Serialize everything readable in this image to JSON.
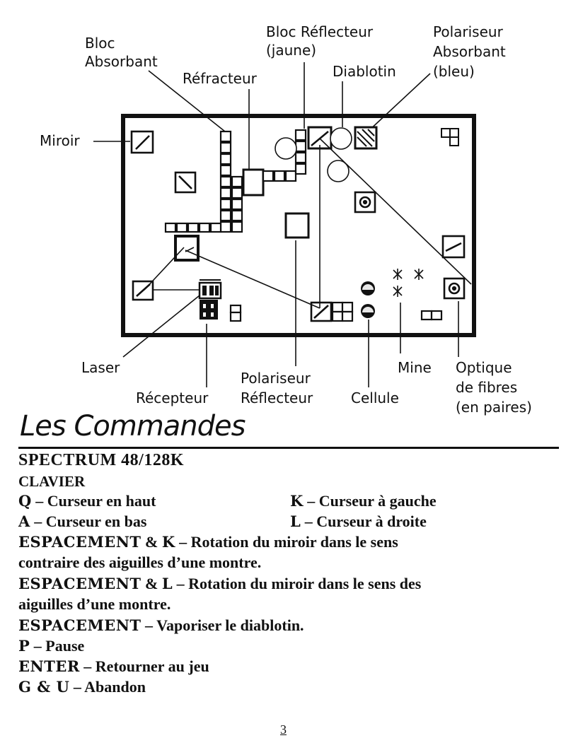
{
  "diagram": {
    "labels": {
      "bloc_absorbant_1": "Bloc",
      "bloc_absorbant_2": "Absorbant",
      "refracteur": "Réfracteur",
      "bloc_reflecteur_1": "Bloc Réflecteur",
      "bloc_reflecteur_2": "(jaune)",
      "diablotin": "Diablotin",
      "polariseur_absorbant_1": "Polariseur",
      "polariseur_absorbant_2": "Absorbant",
      "polariseur_absorbant_3": "(bleu)",
      "miroir": "Miroir",
      "laser": "Laser",
      "recepteur": "Récepteur",
      "polariseur_reflecteur_1": "Polariseur",
      "polariseur_reflecteur_2": "Réflecteur",
      "cellule": "Cellule",
      "mine": "Mine",
      "optique_1": "Optique",
      "optique_2": "de fibres",
      "optique_3": "(en paires)"
    },
    "colors": {
      "ink": "#111111",
      "paper": "#ffffff"
    }
  },
  "commands": {
    "title": "Les Commandes",
    "platform": "SPECTRUM 48/128K",
    "keyboard": "CLAVIER",
    "rows": [
      {
        "key": "Q",
        "sep": " – ",
        "text": "Curseur en haut"
      },
      {
        "key": "K",
        "sep": " – ",
        "text": "Curseur à gauche"
      },
      {
        "key": "A",
        "sep": " – ",
        "text": "Curseur en bas"
      },
      {
        "key": "L",
        "sep": " – ",
        "text": "Curseur à droite"
      }
    ],
    "combos": [
      {
        "key1": "ESPACEMENT",
        "amp": " & ",
        "key2": "K",
        "text": " – Rotation du miroir dans le sens",
        "text2": "contraire des aiguilles d’une montre."
      },
      {
        "key1": "ESPACEMENT",
        "amp": " & ",
        "key2": "L",
        "text": " – Rotation du miroir dans le sens des",
        "text2": "aiguilles d’une montre."
      }
    ],
    "singles": [
      {
        "key": "ESPACEMENT",
        "text": " – Vaporiser le diablotin."
      },
      {
        "key": "P",
        "text": " – Pause"
      },
      {
        "key": "ENTER",
        "text": " – Retourner au jeu"
      },
      {
        "key": "G & U",
        "text": " – Abandon"
      }
    ]
  },
  "page_number": "3"
}
